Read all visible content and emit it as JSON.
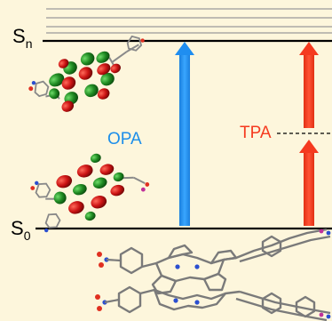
{
  "states": {
    "excited": {
      "base": "S",
      "sub": "n"
    },
    "ground": {
      "base": "S",
      "sub": "0"
    }
  },
  "processes": {
    "opa": {
      "label": "OPA",
      "color": "#1c8eea"
    },
    "tpa": {
      "label": "TPA",
      "color": "#f53a1f"
    }
  },
  "colors": {
    "background": "#fdf6dc",
    "orbital_positive": "#cc1414",
    "orbital_negative": "#1f8a22"
  },
  "icons": [
    "excited-state-orbital-icon",
    "ground-state-orbital-icon",
    "porphyrin-dimer-structure-icon"
  ]
}
